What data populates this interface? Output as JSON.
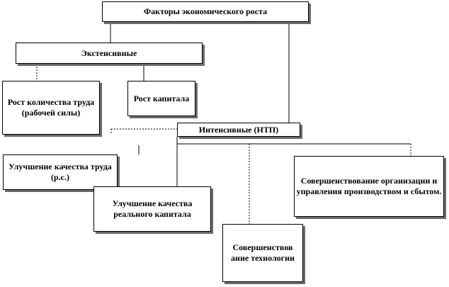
{
  "nodes": {
    "root": "Факторы экономического роста",
    "extensive": "Экстенсивные",
    "labor_quantity": "Рост количества труда (рабочей силы)",
    "capital_growth": "Рост капитала",
    "intensive": "Интенсивные (НТП)",
    "labor_quality": "Улучшение качества труда (р.с.)",
    "real_capital_quality": "Улучшение качества реального капитала",
    "technology": "Совершенствов ание технологии",
    "management": "Совершенствование организации и управления производством и сбытом."
  }
}
